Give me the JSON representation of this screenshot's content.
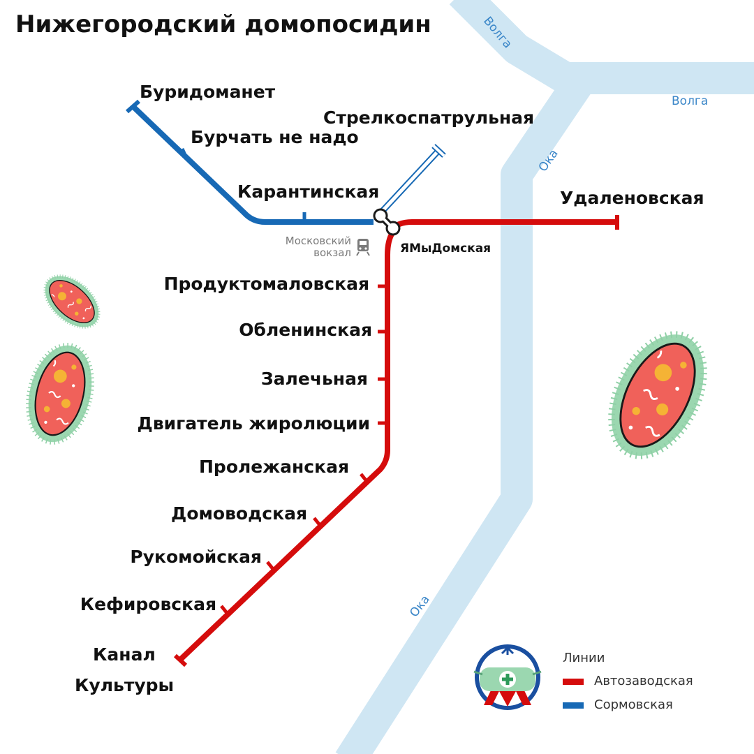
{
  "title": "Нижегородский домопосидин",
  "colors": {
    "river": "#cfe6f3",
    "river_label": "#3a86c8",
    "line_red": "#d50c0c",
    "line_blue": "#1769b5",
    "virus_halo": "#9bd7b0",
    "virus_body": "#f0615a",
    "virus_spot": "#f5b335"
  },
  "rivers": {
    "volga_top": "Волга",
    "volga_right": "Волга",
    "oka_upper": "Ока",
    "oka_lower": "Ока"
  },
  "lines": {
    "red": {
      "legend_name": "Автозаводская",
      "stations": [
        "Удаленовская",
        "ЯМыДомская",
        "Продуктомаловская",
        "Обленинская",
        "Залечьная",
        "Двигатель жиролюции",
        "Пролежанская",
        "Домоводская",
        "Рукомойская",
        "Кефировская",
        "Канал",
        "Культуры"
      ]
    },
    "blue": {
      "legend_name": "Сормовская",
      "stations": [
        "Буридоманет",
        "Бурчать не надо",
        "Карантинская",
        "Стрелкоспатрульная"
      ]
    }
  },
  "landmark": {
    "line1": "Московский",
    "line2": "вокзал",
    "icon": "train-icon"
  },
  "legend": {
    "title": "Линии",
    "logo_icon": "metro-logo-mask-icon"
  },
  "decor": {
    "icon": "virus-icon"
  }
}
